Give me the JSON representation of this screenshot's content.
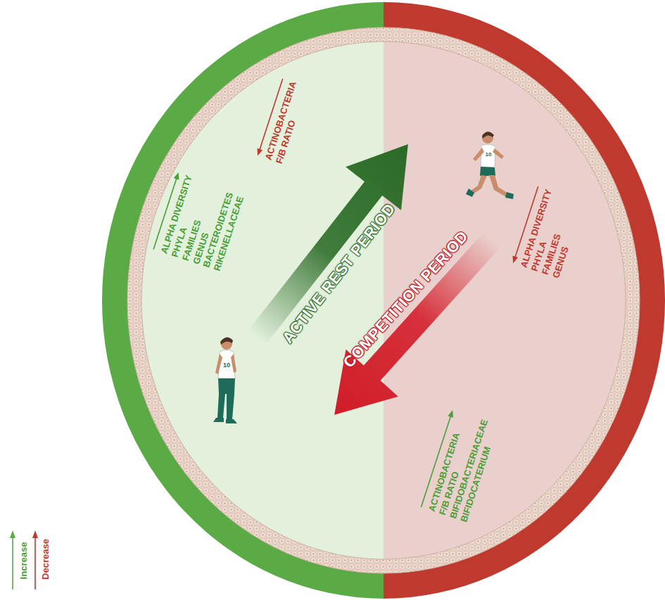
{
  "diagram": {
    "labels": [
      "ACTIVE REST PERIOD",
      "COMPETITION PERIOD",
      "ALPHA DIVERSITY PHYLA FAMILIES GENUS BACTEROIDETES RIKENELLACEAE",
      "ACTINOBACTERIA F/B RATIO",
      "ALPHA DIVERSITY PHYLA FAMILIES GENUS",
      "ACTINOBACTERIA F/B RATIO BIFIDOBACTERIACEAE BIFIDOCATERIUM",
      "10",
      "10"
    ],
    "legend": [
      {
        "text": "Increase"
      },
      {
        "text": "Decrease"
      }
    ]
  }
}
